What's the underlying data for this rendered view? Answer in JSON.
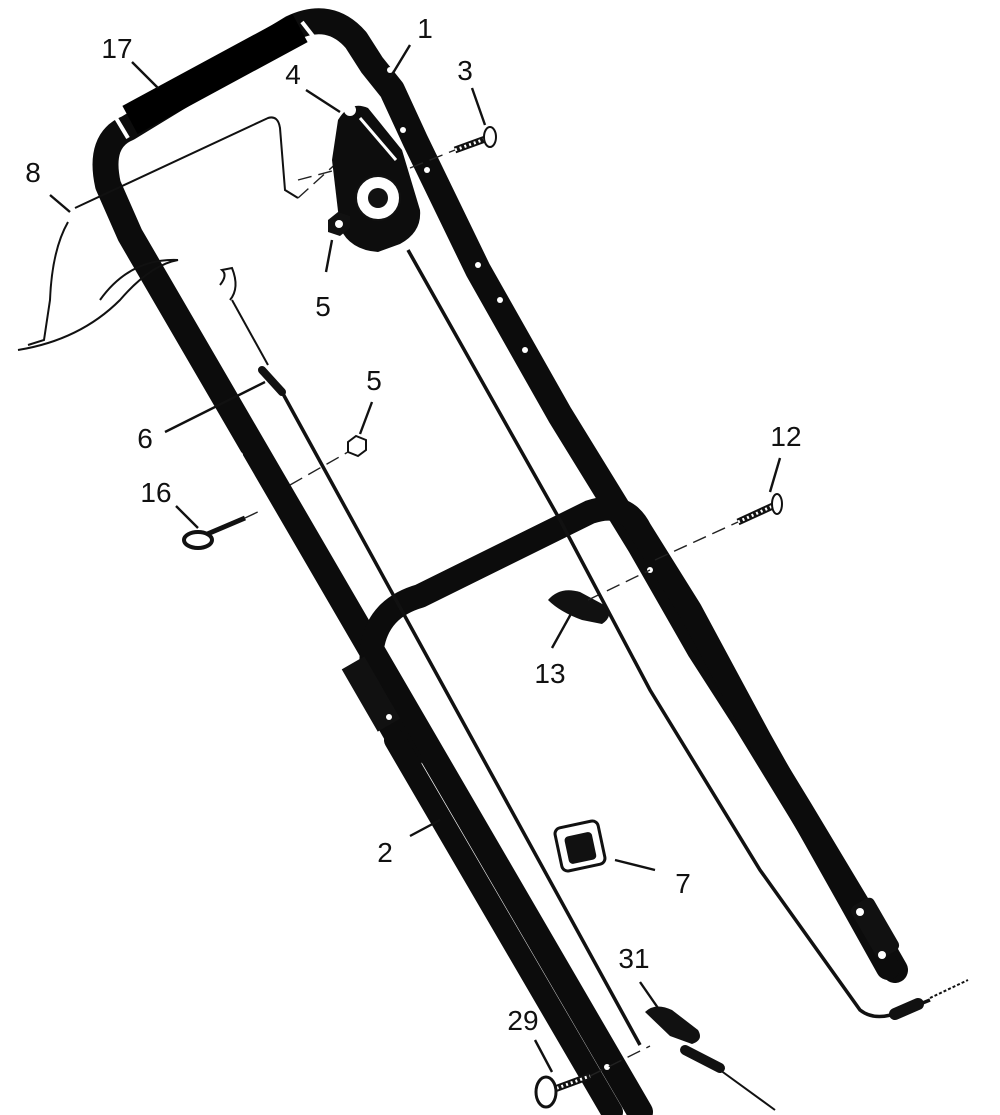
{
  "callouts": [
    {
      "id": "1",
      "text": "1"
    },
    {
      "id": "2",
      "text": "2"
    },
    {
      "id": "3",
      "text": "3"
    },
    {
      "id": "4",
      "text": "4"
    },
    {
      "id": "5a",
      "text": "5"
    },
    {
      "id": "5b",
      "text": "5"
    },
    {
      "id": "6",
      "text": "6"
    },
    {
      "id": "7",
      "text": "7"
    },
    {
      "id": "8",
      "text": "8"
    },
    {
      "id": "12",
      "text": "12"
    },
    {
      "id": "13",
      "text": "13"
    },
    {
      "id": "16",
      "text": "16"
    },
    {
      "id": "17",
      "text": "17"
    },
    {
      "id": "29",
      "text": "29"
    },
    {
      "id": "31",
      "text": "31"
    }
  ]
}
